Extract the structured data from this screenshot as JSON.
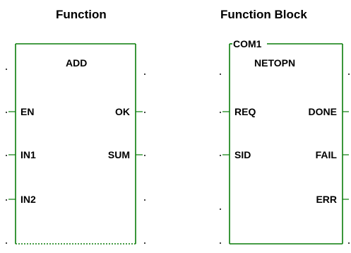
{
  "function_panel": {
    "heading": "Function",
    "name": "ADD",
    "inputs": [
      "EN",
      "IN1",
      "IN2"
    ],
    "outputs": [
      "OK",
      "SUM"
    ]
  },
  "function_block_panel": {
    "heading": "Function Block",
    "instance": "COM1",
    "name": "NETOPN",
    "inputs": [
      "REQ",
      "SID"
    ],
    "outputs": [
      "DONE",
      "FAIL",
      "ERR"
    ]
  },
  "colors": {
    "box_border": "#0a7d0a",
    "text": "#000000",
    "background": "#ffffff"
  }
}
